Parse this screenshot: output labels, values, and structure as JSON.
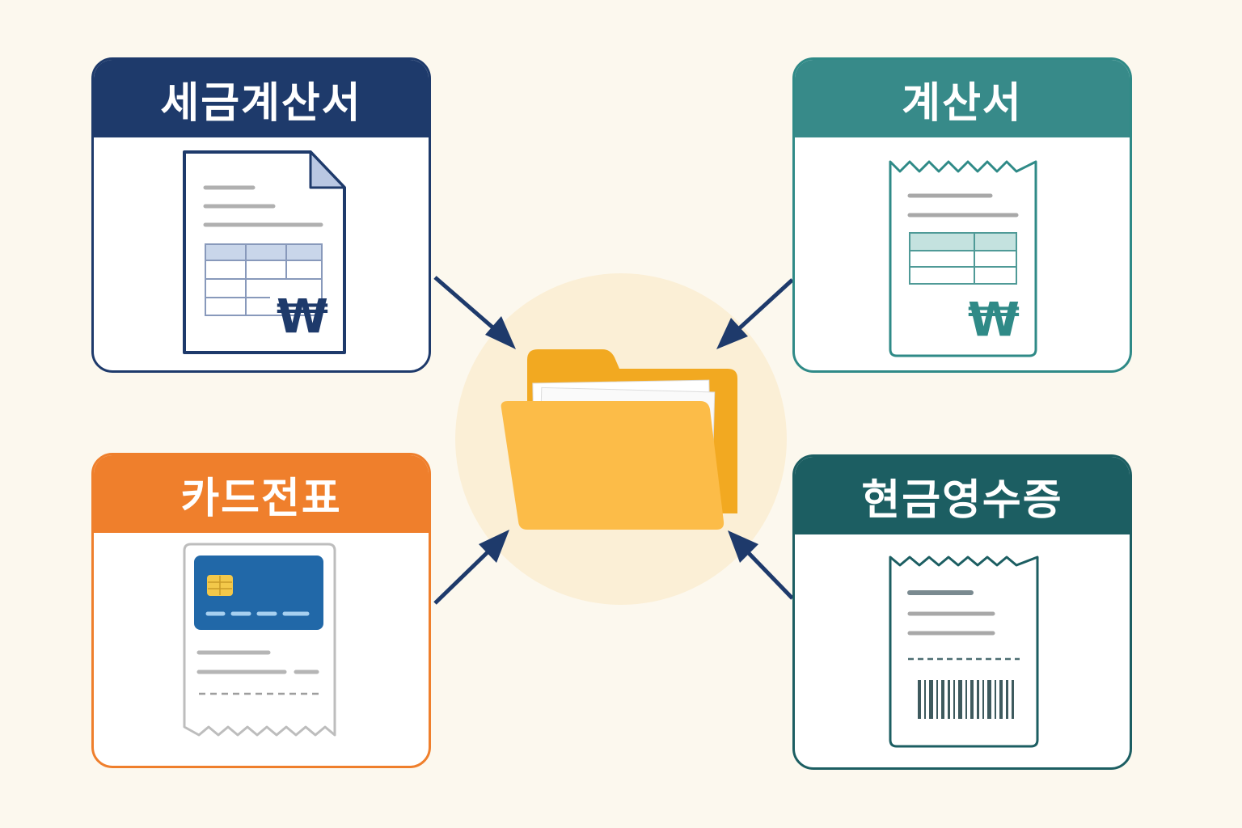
{
  "cards": {
    "tax_invoice": {
      "title": "세금계산서",
      "currency_symbol": "₩",
      "icon": "tax-invoice-document-icon",
      "color": "#1e3a6b"
    },
    "invoice": {
      "title": "계산서",
      "currency_symbol": "₩",
      "icon": "invoice-receipt-icon",
      "color": "#378a89"
    },
    "card_slip": {
      "title": "카드전표",
      "icon": "credit-card-slip-icon",
      "color": "#ef7f2c"
    },
    "cash_receipt": {
      "title": "현금영수증",
      "icon": "cash-receipt-barcode-icon",
      "color": "#1c5e62"
    }
  },
  "center": {
    "icon": "folder-icon",
    "color": "#f8b843"
  },
  "arrows": {
    "color": "#1e3a6b",
    "direction": "into-folder"
  }
}
